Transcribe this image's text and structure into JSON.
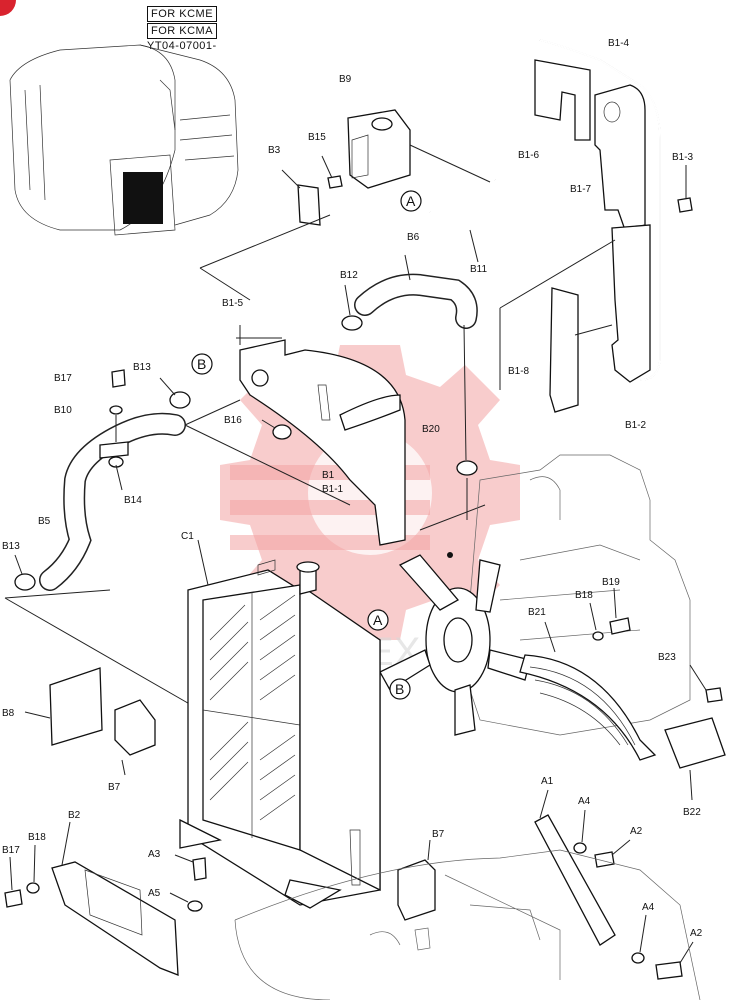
{
  "header": {
    "variant_1": "FOR KCME",
    "variant_2": "FOR KCMA",
    "serial": "YT04-07001-"
  },
  "callouts": {
    "A": "A",
    "B": "B"
  },
  "watermark_text": "DATEX",
  "labels": {
    "B1_4": "B1-4",
    "B9": "B9",
    "B15": "B15",
    "B3": "B3",
    "B1_6": "B1-6",
    "B1_3": "B1-3",
    "B1_7": "B1-7",
    "B11": "B11",
    "B6": "B6",
    "B12": "B12",
    "B1_5": "B1-5",
    "B1_8": "B1-8",
    "B17_top": "B17",
    "B13_top": "B13",
    "B10": "B10",
    "B16": "B16",
    "B20": "B20",
    "B1_2": "B1-2",
    "B1": "B1",
    "B1_1": "B1-1",
    "B14": "B14",
    "B5": "B5",
    "C1": "C1",
    "B13_left": "B13",
    "B21": "B21",
    "B18_right": "B18",
    "B19": "B19",
    "B23": "B23",
    "B8": "B8",
    "B7_left": "B7",
    "B22": "B22",
    "A1": "A1",
    "A4_upper": "A4",
    "A2_upper": "A2",
    "B2": "B2",
    "B18_left": "B18",
    "B17_left": "B17",
    "A3": "A3",
    "A5": "A5",
    "B7_bottom": "B7",
    "A4_lower": "A4",
    "A2_lower": "A2"
  }
}
